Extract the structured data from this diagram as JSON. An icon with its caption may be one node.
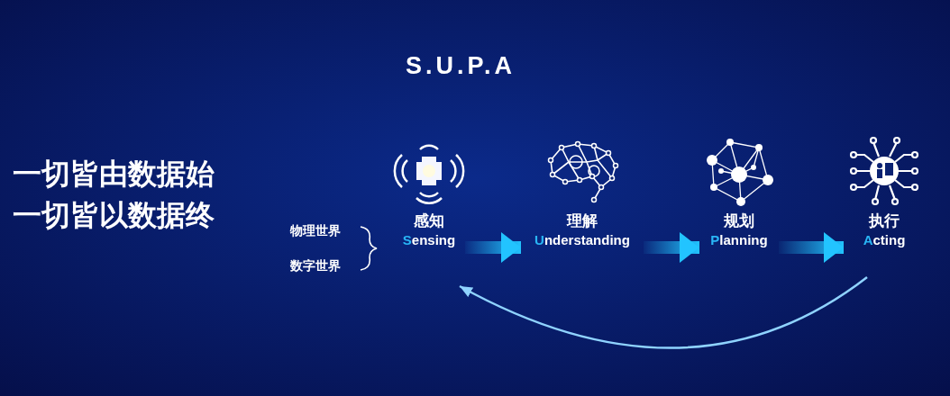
{
  "diagram": {
    "title": "S.U.P.A",
    "nodes": [
      {
        "text": [
          "感知",
          "Sensing"
        ]
      },
      {
        "text": [
          "理解",
          "Understanding"
        ]
      },
      {
        "text": [
          "规划",
          "Planning"
        ]
      },
      {
        "text": [
          "执行",
          "Acting"
        ]
      }
    ],
    "edges": [
      {
        "from": 0,
        "to": 1,
        "arrow": "to",
        "style": "thick"
      },
      {
        "from": 1,
        "to": 2,
        "arrow": "to",
        "style": "thick"
      },
      {
        "from": 2,
        "to": 3,
        "arrow": "to",
        "style": "thick"
      },
      {
        "from": 3,
        "to": 0,
        "arrow": "to",
        "color": "#8fd3ff"
      }
    ],
    "labels": [
      "一切皆由数据始",
      "一切皆以数据终",
      "物理世界",
      "数字世界"
    ]
  }
}
